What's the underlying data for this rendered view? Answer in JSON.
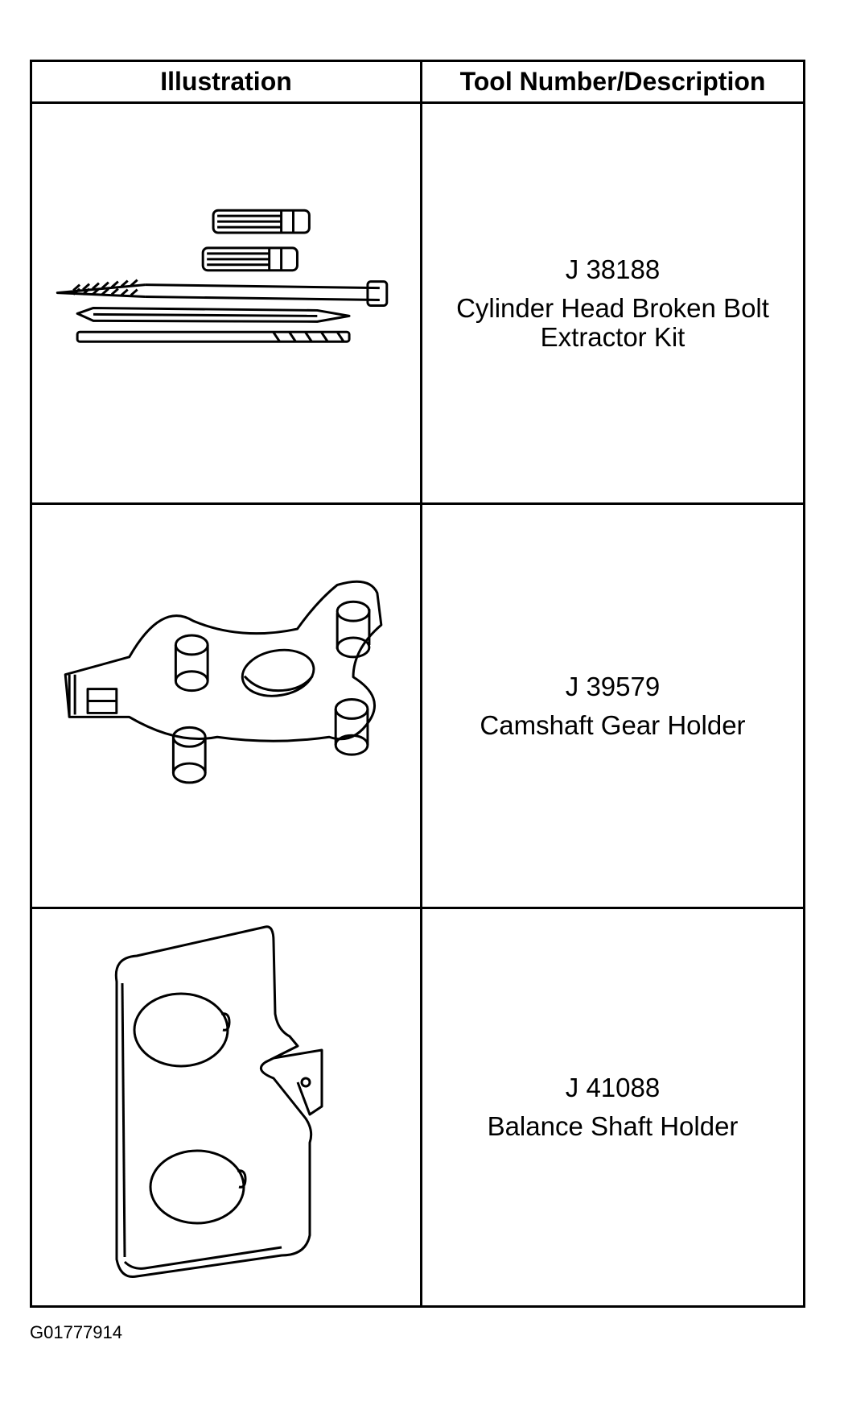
{
  "table": {
    "headers": [
      "Illustration",
      "Tool Number/Description"
    ],
    "rows": [
      {
        "tool_number": "J 38188",
        "description_line1": "Cylinder Head Broken Bolt",
        "description_line2": "Extractor Kit",
        "illustration": "broken-bolt-extractor-kit-drawing"
      },
      {
        "tool_number": "J 39579",
        "description_line1": "Camshaft Gear Holder",
        "description_line2": "",
        "illustration": "camshaft-gear-holder-drawing"
      },
      {
        "tool_number": "J 41088",
        "description_line1": "Balance Shaft Holder",
        "description_line2": "",
        "illustration": "balance-shaft-holder-drawing"
      }
    ]
  },
  "figure_id": "G01777914"
}
